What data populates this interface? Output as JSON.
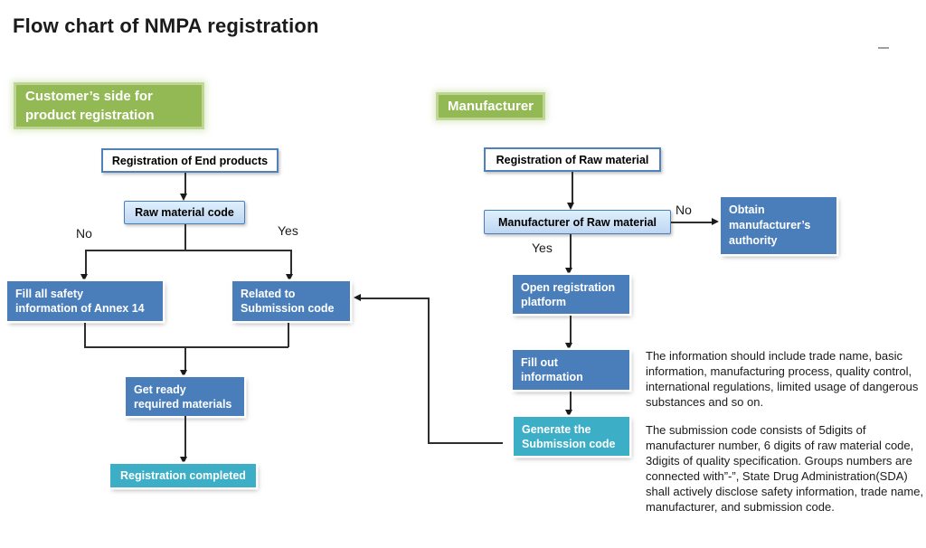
{
  "title": "Flow chart of NMPA registration",
  "labels": {
    "customer_line1": "Customer’s side",
    "customer_line2": "for product registration",
    "manufacturer": "Manufacturer"
  },
  "customer": {
    "end_products": "Registration of End products",
    "raw_material_code": "Raw material code",
    "no": "No",
    "yes": "Yes",
    "fill_safety_line1": "Fill all safety",
    "fill_safety_line2": "information of Annex 14",
    "related_line1": "Related to",
    "related_line2": "Submission code",
    "get_ready_line1": "Get ready",
    "get_ready_line2": "required materials",
    "completed": "Registration completed"
  },
  "manufacturer": {
    "reg_raw_material": "Registration of Raw material",
    "manufacturer_raw": "Manufacturer of Raw material",
    "no": "No",
    "yes": "Yes",
    "obtain_line1": "Obtain",
    "obtain_line2": "manufacturer’s",
    "obtain_line3": "authority",
    "open_line1": "Open registration",
    "open_line2": "platform",
    "fillout_line1": "Fill out",
    "fillout_line2": "information",
    "generate_line1": "Generate the",
    "generate_line2": "Submission code"
  },
  "notes": {
    "para1": "The information should include trade name, basic information, manufacturing process, quality control, international regulations, limited usage of dangerous substances and so on.",
    "para2": "The submission code consists of 5digits of manufacturer number, 6 digits of raw material code, 3digits of quality specification. Groups numbers are connected with”-”, State Drug Administration(SDA) shall actively disclose safety information, trade name, manufacturer, and submission code."
  },
  "colors": {
    "green_label": "#93b954",
    "blue_node": "#4a7ebb",
    "light_blue_fill": "#cfe2f7",
    "blue_border": "#4f81bd",
    "teal_node": "#3caec6",
    "line": "#2e2e2e"
  }
}
